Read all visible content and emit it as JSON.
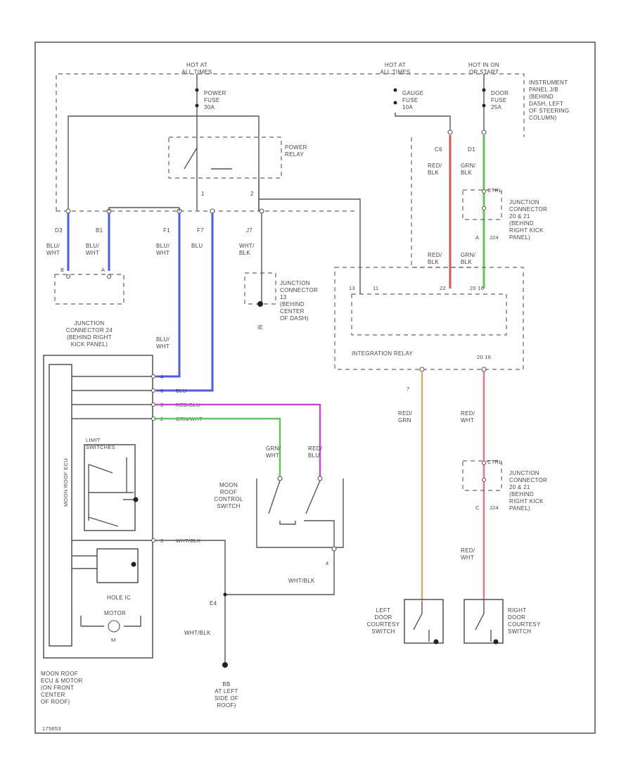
{
  "hot_at_all_times_1": [
    "HOT AT",
    "ALL TIMES"
  ],
  "hot_at_all_times_2": [
    "HOT AT",
    "ALL TIMES"
  ],
  "hot_in_on": [
    "HOT IN ON",
    "OR START"
  ],
  "power_fuse": [
    "POWER",
    "FUSE",
    "30A"
  ],
  "gauge_fuse": [
    "GAUGE",
    "FUSE",
    "10A"
  ],
  "door_fuse": [
    "DOOR",
    "FUSE",
    "25A"
  ],
  "instrument_panel_jb": [
    "INSTRUMENT",
    "PANEL J/B",
    "(BEHIND",
    "DASH, LEFT",
    "OF STEERING",
    "COLUMN)"
  ],
  "power_relay": [
    "POWER",
    "RELAY"
  ],
  "pin_d3": "D3",
  "pin_b1": "B1",
  "pin_f1": "F1",
  "pin_f7": "F7",
  "pin_j7": "J7",
  "pin_c6": "C6",
  "pin_d1": "D1",
  "pin_1": "1",
  "pin_2": "2",
  "pin_3": "3",
  "wire_blu_wht_1": [
    "BLU/",
    "WHT"
  ],
  "wire_blu_wht_2": [
    "BLU/",
    "WHT"
  ],
  "wire_blu_wht_3": [
    "BLU/",
    "WHT"
  ],
  "wire_blu": [
    "BLU"
  ],
  "wire_wht_blk_1": [
    "WHT/",
    "BLK"
  ],
  "wire_red_blk_1": [
    "RED/",
    "BLK"
  ],
  "wire_grn_blk_1": [
    "GRN/",
    "BLK"
  ],
  "wire_red_blk_2": [
    "RED/",
    "BLK"
  ],
  "wire_grn_blk_2": [
    "GRN/",
    "BLK"
  ],
  "jc_ctrl_top": "CTRL",
  "jc_ctrl_a": "A",
  "jc_ctrl_j24": "J24",
  "junction_connector_right_1": [
    "JUNCTION",
    "CONNECTOR",
    "20 & 21",
    "(BEHIND",
    "RIGHT KICK",
    "PANEL)"
  ],
  "junction_connector_center": [
    "JUNCTION",
    "CONNECTOR",
    "13",
    "(BEHIND",
    "CENTER",
    "OF DASH)"
  ],
  "ground_ie": "IE",
  "pins_b": "B",
  "pins_a": "A",
  "junction_connector_left": [
    "JUNCTION",
    "CONNECTOR 24",
    "(BEHIND RIGHT",
    "KICK PANEL)"
  ],
  "blu_wht_ecu": [
    "BLU/",
    "WHT"
  ],
  "integration_relay": "INTEGRATION RELAY",
  "ir_pins": {
    "p13": "13",
    "p11": "11",
    "p22": "22",
    "p20_16": "20  16",
    "p20_16b": "20  16",
    "p7": "7"
  },
  "ecu_pins": {
    "p4": "4",
    "p6": "6",
    "p5": "5",
    "p2": "2",
    "p3": "3"
  },
  "ecu_wires": {
    "blu": "BLU",
    "red_blu": "RED/BLU",
    "grn_wht": "GRN/WHT",
    "wht_blk": "WHT/BLK"
  },
  "limit_switches": [
    "LIMIT",
    "SWITCHES"
  ],
  "moon_roof_ecu_side": "MOON ROOF ECU",
  "hole_ic": "HOLE IC",
  "motor": "MOTOR",
  "motor_m": "M",
  "wire_grn_wht": [
    "GRN/",
    "WHT"
  ],
  "wire_red_blu": [
    "RED/",
    "BLU"
  ],
  "moon_roof_control_switch": [
    "MOON",
    "ROOF",
    "CONTROL",
    "SWITCH"
  ],
  "switch_pin_4": "4",
  "wht_blk_switch": "WHT/BLK",
  "wire_red_grn": [
    "RED/",
    "GRN"
  ],
  "wire_red_wht_1": [
    "RED/",
    "WHT"
  ],
  "jc2_ctrl": "CTRL",
  "jc2_c": "C",
  "jc2_j24": "J24",
  "junction_connector_right_2": [
    "JUNCTION",
    "CONNECTOR",
    "20 & 21",
    "(BEHIND",
    "RIGHT KICK",
    "PANEL)"
  ],
  "wire_red_wht_2": [
    "RED/",
    "WHT"
  ],
  "splice_e4": "E4",
  "wht_blk_ground": "WHT/BLK",
  "ground_bb": [
    "BB",
    "AT LEFT",
    "SIDE OF",
    "ROOF)"
  ],
  "left_door_switch": [
    "LEFT",
    "DOOR",
    "COURTESY",
    "SWITCH"
  ],
  "right_door_switch": [
    "RIGHT",
    "DOOR",
    "COURTESY",
    "SWITCH"
  ],
  "moon_roof_ecu_motor": [
    "MOON ROOF",
    "ECU & MOTOR",
    "(ON FRONT",
    "CENTER",
    "OF ROOF)"
  ],
  "figure_id": "175653",
  "colors": {
    "blue": "#4a5cf0",
    "red": "#e0525a",
    "green": "#62c45a",
    "magenta": "#c24bd0",
    "pink": "#e07a8a",
    "tan": "#d4b070"
  }
}
